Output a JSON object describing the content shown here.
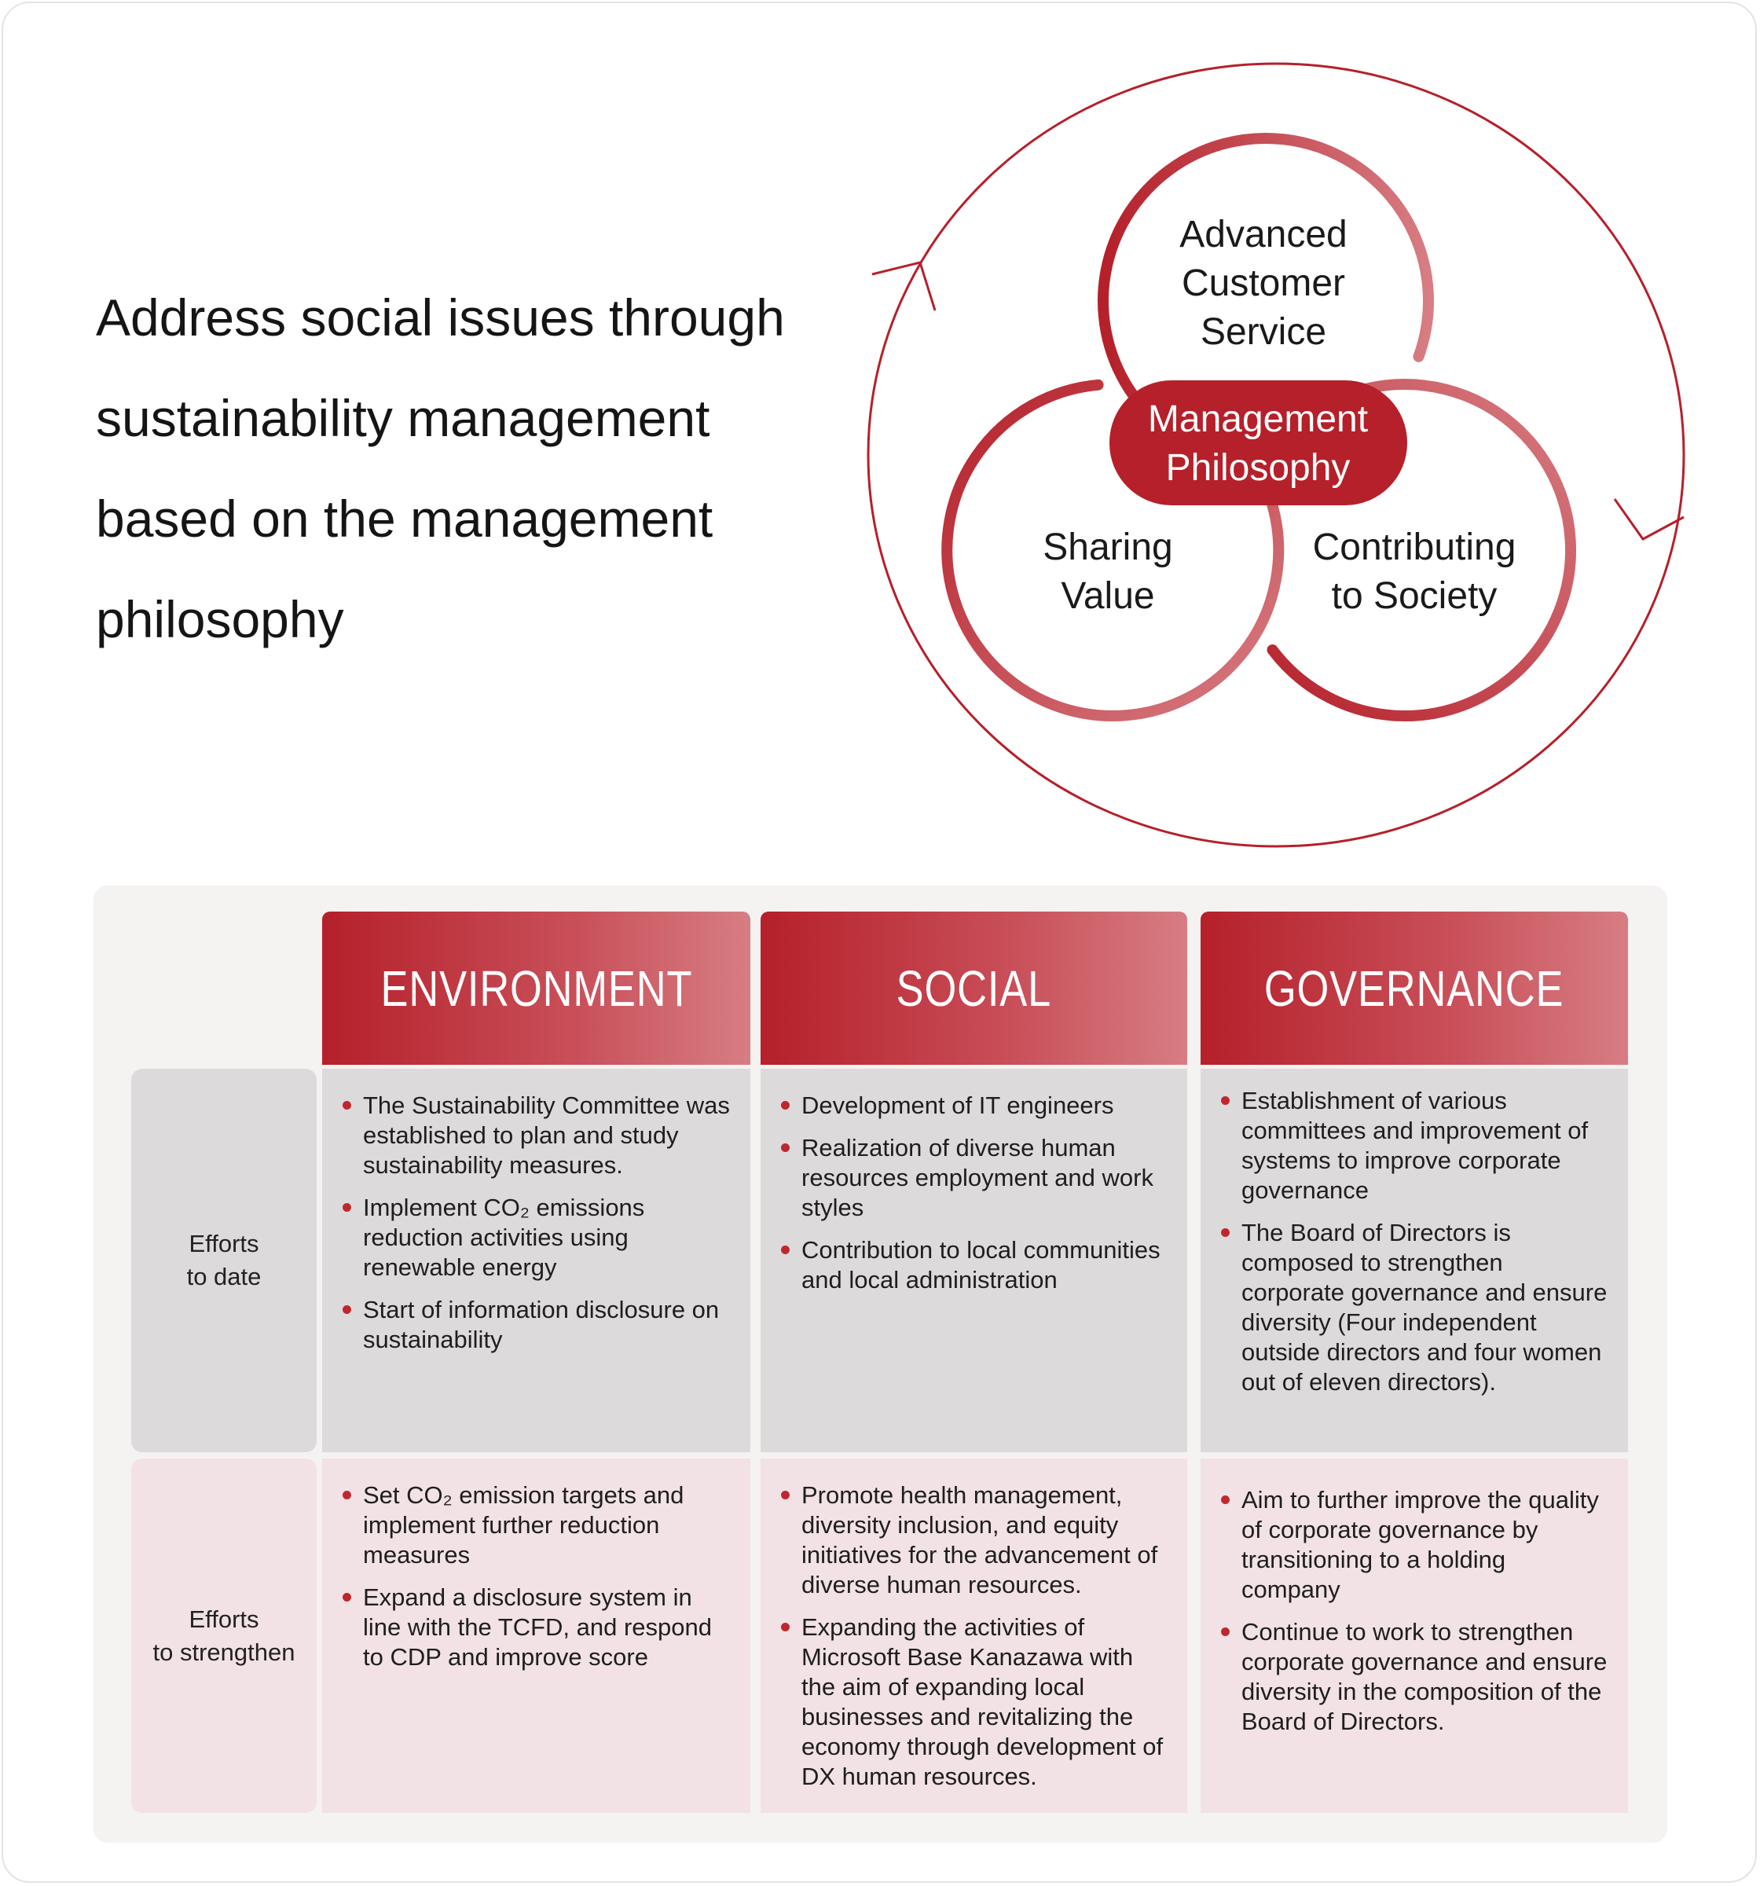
{
  "headline": {
    "lines": [
      "Address social issues through",
      "sustainability management",
      "based on the management",
      "philosophy"
    ]
  },
  "diagram": {
    "center_label": [
      "Management",
      "Philosophy"
    ],
    "top_circle": [
      "Advanced",
      "Customer",
      "Service"
    ],
    "left_circle": [
      "Sharing",
      "Value"
    ],
    "right_circle": [
      "Contributing",
      "to Society"
    ],
    "colors": {
      "accent": "#b5202a",
      "light": "#d77d83"
    }
  },
  "table": {
    "columns": [
      "ENVIRONMENT",
      "SOCIAL",
      "GOVERNANCE"
    ],
    "rows": [
      {
        "label": [
          "Efforts",
          "to date"
        ],
        "cells": [
          [
            "The Sustainability Committee was established to plan and study sustainability measures.",
            "Implement CO₂ emissions reduction activities using renewable energy",
            "Start of information disclosure on sustainability"
          ],
          [
            "Development of IT engineers",
            "Realization of diverse human resources employment and work styles",
            "Contribution to local communities and local administration"
          ],
          [
            "Establishment of various committees and improvement of systems to improve corporate governance",
            "The Board of Directors is composed to strengthen corporate governance and ensure diversity (Four independent outside directors and four women out of eleven directors)."
          ]
        ]
      },
      {
        "label": [
          "Efforts",
          "to strengthen"
        ],
        "cells": [
          [
            "Set CO₂ emission targets and implement further reduction measures",
            "Expand a disclosure system in line with the TCFD, and respond to CDP and improve score"
          ],
          [
            "Promote health management, diversity inclusion, and equity initiatives for the advancement of diverse human resources.",
            "Expanding the activities of Microsoft Base Kanazawa with the aim of expanding local businesses and revitalizing the economy through development of DX human resources."
          ],
          [
            "Aim to further improve the quality of corporate governance by transitioning to a holding company",
            "Continue to work to strengthen corporate governance and ensure diversity in the composition of the Board of Directors."
          ]
        ]
      }
    ],
    "colors": {
      "row1_bg": "#dddadb",
      "row2_bg": "#f2e2e5",
      "bullet": "#c0272d"
    }
  }
}
